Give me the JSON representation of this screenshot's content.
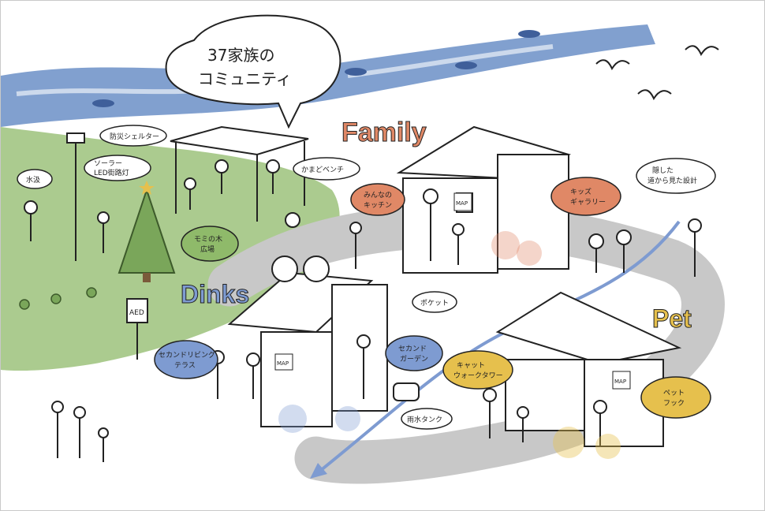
{
  "speech_title": {
    "line1": "37家族の",
    "line2": "コミュニティ"
  },
  "zones": {
    "family": "Family",
    "dinks": "Dinks",
    "pet": "Pet"
  },
  "bubbles": {
    "bousai": "防災シェルター",
    "solar": "ソーラー",
    "solar2": "LED街路灯",
    "mizu": "水汲",
    "kamado": "かまどベンチ",
    "mogi": "モミの木",
    "mogi2": "広場",
    "kids_kitchen1": "みんなの",
    "kids_kitchen2": "キッチン",
    "kids_gallery1": "キッズ",
    "kids_gallery2": "ギャラリー",
    "design1": "隠した",
    "design2": "道から見た設計",
    "pocket": "ポケット",
    "terrace1": "セカンドリビング",
    "terrace2": "テラス",
    "garden1": "セカンド",
    "garden2": "ガーデン",
    "tank": "雨水タンク",
    "catwalk1": "キャット",
    "catwalk2": "ウォークタワー",
    "petnook1": "ペット",
    "petnook2": "フック"
  },
  "signs": {
    "aed": "AED",
    "map": "MAP"
  },
  "colors": {
    "river": "#6b8fc7",
    "grass": "#8fba6a",
    "family": "#e08866",
    "dinks": "#7e9bd1",
    "pet": "#e6c04d",
    "path": "#c8c8c8"
  }
}
